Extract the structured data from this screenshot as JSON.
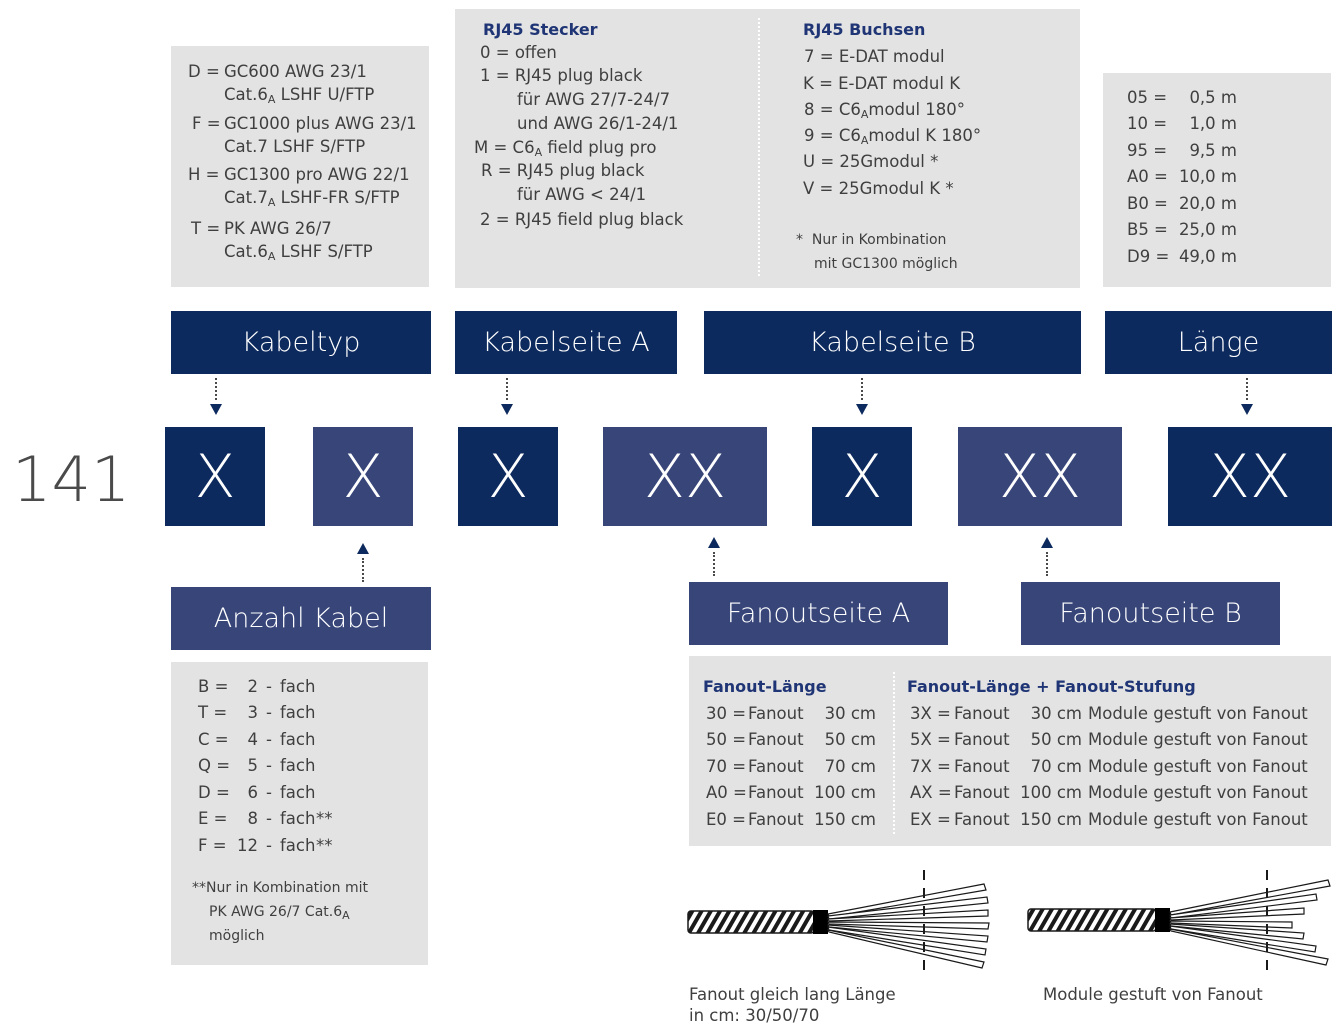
{
  "prefix": "141",
  "kabeltyp": {
    "header": "Kabeltyp",
    "lines": [
      {
        "code": "D =",
        "l1": "GC600 AWG 23/1",
        "l2a": "Cat.6",
        "sub": "A",
        "l2b": " LSHF U/FTP"
      },
      {
        "code": "F =",
        "l1": "GC1000 plus AWG 23/1",
        "l2a": "Cat.7 LSHF S/FTP",
        "sub": "",
        "l2b": ""
      },
      {
        "code": "H =",
        "l1": "GC1300 pro AWG 22/1",
        "l2a": "Cat.7",
        "sub": "A",
        "l2b": " LSHF-FR S/FTP"
      },
      {
        "code": "T =",
        "l1": "PK AWG 26/7",
        "l2a": "Cat.6",
        "sub": "A",
        "l2b": " LSHF S/FTP"
      }
    ]
  },
  "kabelseite_a": {
    "header": "Kabelseite A",
    "title": "RJ45 Stecker",
    "l0": "0 = offen",
    "l1": "1 = RJ45 plug black",
    "l1b": "für AWG 27/7-24/7",
    "l1c": "und AWG 26/1-24/1",
    "lm_a": "M = C6",
    "lm_sub": "A",
    "lm_b": " field plug pro",
    "lr": "R = RJ45 plug black",
    "lrb": "für AWG < 24/1",
    "l2": "2 = RJ45 field plug black"
  },
  "kabelseite_b": {
    "header": "Kabelseite B",
    "title": "RJ45 Buchsen",
    "l7": "7 = E-DAT modul",
    "lk": "K = E-DAT modul K",
    "l8a": "8 = C6",
    "l8sub": "A",
    "l8b": "modul 180°",
    "l9a": "9 = C6",
    "l9sub": "A",
    "l9b": "modul K 180°",
    "lu": "U = 25Gmodul *",
    "lv": "V = 25Gmodul K *",
    "note1": "*  Nur in Kombination",
    "note2": "mit GC1300 möglich"
  },
  "laenge": {
    "header": "Länge",
    "rows": [
      [
        "05 =",
        "0,5 m"
      ],
      [
        "10 =",
        "1,0 m"
      ],
      [
        "95 =",
        "9,5 m"
      ],
      [
        "A0 =",
        "10,0 m"
      ],
      [
        "B0 =",
        "20,0 m"
      ],
      [
        "B5 =",
        "25,0 m"
      ],
      [
        "D9 =",
        "49,0 m"
      ]
    ]
  },
  "codes": [
    "X",
    "X",
    "X",
    "XX",
    "X",
    "XX",
    "XX"
  ],
  "anzahl": {
    "header": "Anzahl Kabel",
    "rows": [
      [
        "B =",
        "2",
        "-",
        "fach",
        ""
      ],
      [
        "T =",
        "3",
        "-",
        "fach",
        ""
      ],
      [
        "C =",
        "4",
        "-",
        "fach",
        ""
      ],
      [
        "Q =",
        "5",
        "-",
        "fach",
        ""
      ],
      [
        "D =",
        "6",
        "-",
        "fach",
        ""
      ],
      [
        "E =",
        "8",
        "-",
        "fach",
        "**"
      ],
      [
        "F =",
        "12",
        "-",
        "fach",
        "**"
      ]
    ],
    "note1": "**Nur in Kombination mit",
    "note2a": "PK AWG 26/7 Cat.6",
    "note2sub": "A",
    "note3": "möglich"
  },
  "fanout_a": {
    "header": "Fanoutseite A"
  },
  "fanout_b": {
    "header": "Fanoutseite B"
  },
  "fanout_table": {
    "title_left": "Fanout-Länge",
    "title_right": "Fanout-Länge + Fanout-Stufung",
    "left_rows": [
      [
        "30 =",
        "Fanout",
        "30 cm"
      ],
      [
        "50 =",
        "Fanout",
        "50 cm"
      ],
      [
        "70 =",
        "Fanout",
        "70 cm"
      ],
      [
        "A0 =",
        "Fanout",
        "100 cm"
      ],
      [
        "E0 =",
        "Fanout",
        "150 cm"
      ]
    ],
    "right_rows": [
      [
        "3X =",
        "Fanout",
        "30 cm",
        "Module gestuft von Fanout"
      ],
      [
        "5X =",
        "Fanout",
        "50 cm",
        "Module gestuft von Fanout"
      ],
      [
        "7X =",
        "Fanout",
        "70 cm",
        "Module gestuft von Fanout"
      ],
      [
        "AX =",
        "Fanout",
        "100 cm",
        "Module gestuft von Fanout"
      ],
      [
        "EX =",
        "Fanout",
        "150 cm",
        "Module gestuft von Fanout"
      ]
    ]
  },
  "captions": {
    "left1": "Fanout gleich lang Länge",
    "left2": "in cm: 30/50/70",
    "right": "Module gestuft von Fanout"
  },
  "colors": {
    "navy": "#0d2a5e",
    "mid": "#374579",
    "grey": "#e3e3e3",
    "accent_text": "#1f3575"
  }
}
